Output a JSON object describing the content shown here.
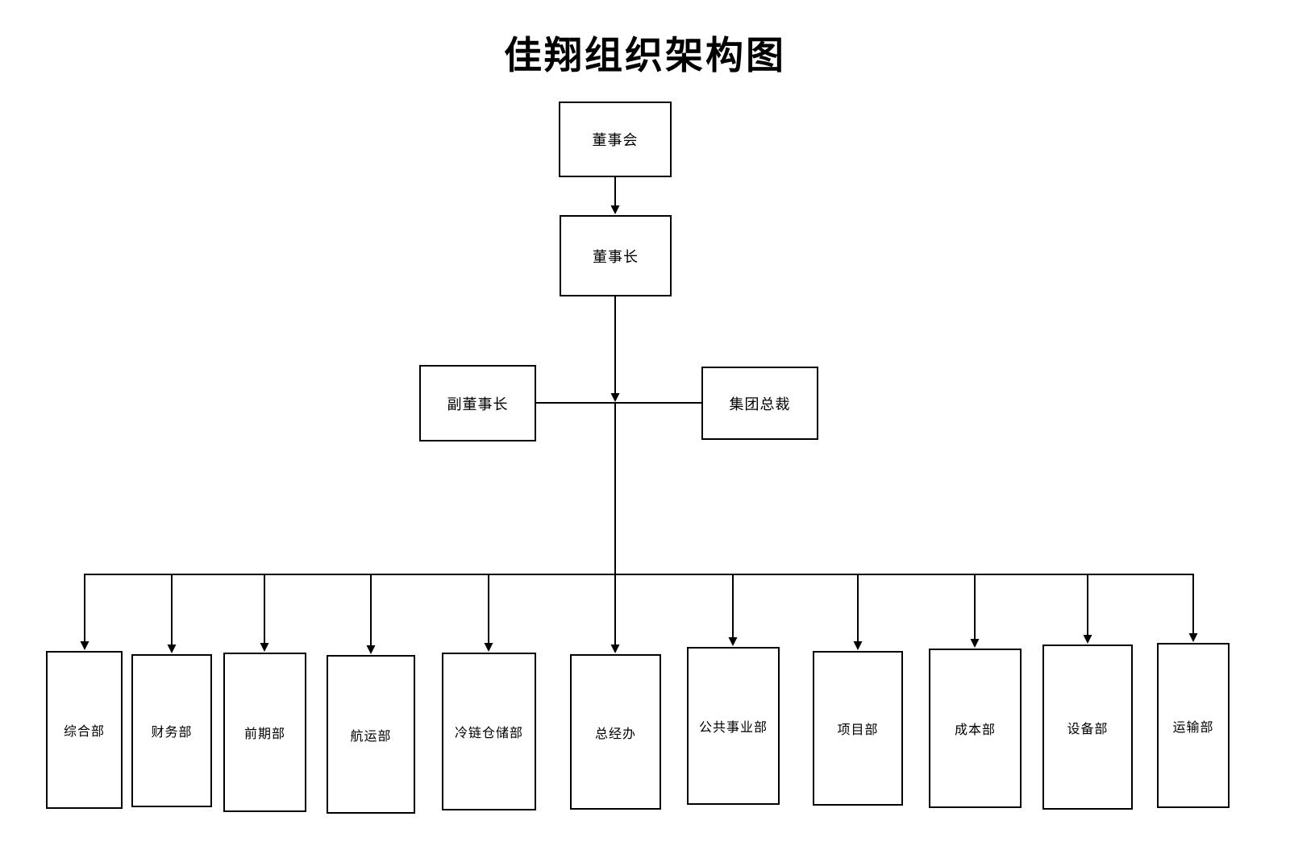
{
  "title": "佳翔组织架构图",
  "nodes": {
    "board": "董事会",
    "chairman": "董事长",
    "vice_chairman": "副董事长",
    "president": "集团总裁"
  },
  "departments": [
    {
      "label": "综合部"
    },
    {
      "label": "财务部"
    },
    {
      "label": "前期部"
    },
    {
      "label": "航运部"
    },
    {
      "label": "冷链仓储部"
    },
    {
      "label": "总经办"
    },
    {
      "label": "公共事业部"
    },
    {
      "label": "项目部"
    },
    {
      "label": "成本部"
    },
    {
      "label": "设备部"
    },
    {
      "label": "运输部"
    }
  ],
  "colors": {
    "background": "#ffffff",
    "line": "#000000",
    "box_border": "#000000",
    "text": "#000000"
  }
}
